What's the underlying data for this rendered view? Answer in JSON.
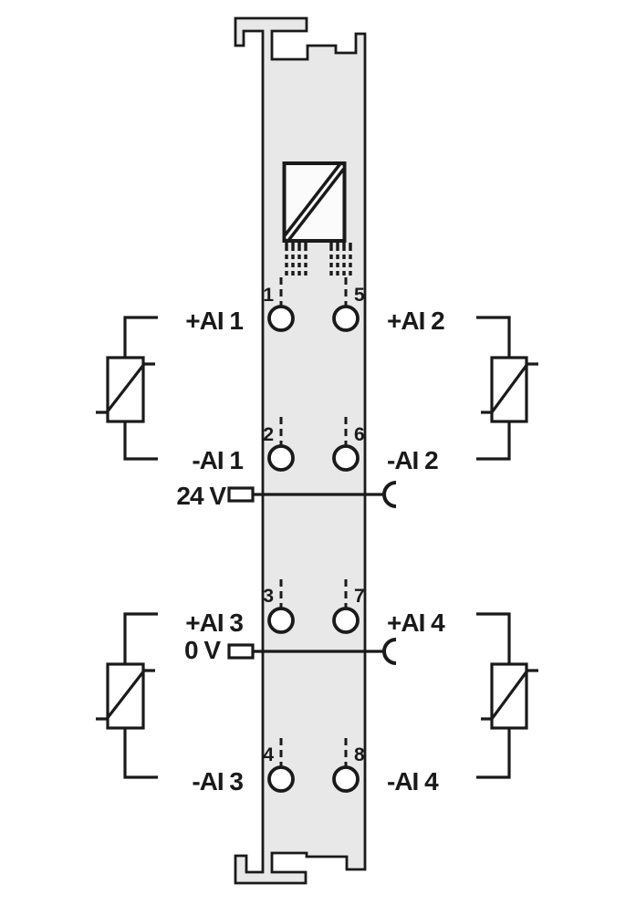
{
  "colors": {
    "module_fill": "#e8e8e8",
    "ink": "#1a1a1a",
    "background": "#ffffff"
  },
  "power": {
    "positive": "24 V",
    "negative": "0 V"
  },
  "channels": [
    {
      "terminal": "1",
      "label": "+AI 1"
    },
    {
      "terminal": "2",
      "label": "-AI 1"
    },
    {
      "terminal": "5",
      "label": "+AI 2"
    },
    {
      "terminal": "6",
      "label": "-AI 2"
    },
    {
      "terminal": "3",
      "label": "+AI 3"
    },
    {
      "terminal": "4",
      "label": "-AI 3"
    },
    {
      "terminal": "7",
      "label": "+AI 4"
    },
    {
      "terminal": "8",
      "label": "-AI 4"
    }
  ]
}
